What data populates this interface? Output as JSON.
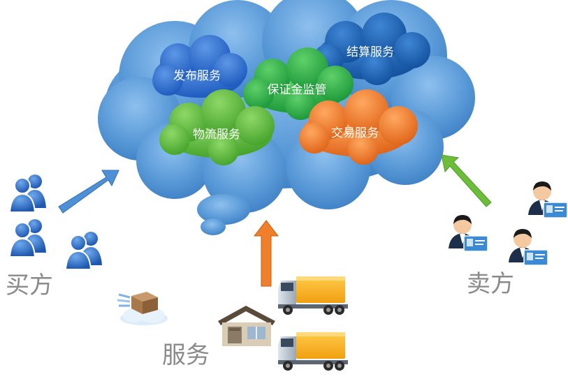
{
  "services": {
    "publish": "发布服务",
    "settlement": "结算服务",
    "escrow": "保证金监管",
    "logistics": "物流服务",
    "trade": "交易服务"
  },
  "actors": {
    "buyer": "买方",
    "seller": "卖方",
    "service": "服务"
  },
  "colors": {
    "cloud_main": "#5a9ad8",
    "publish": "#2f6fcf",
    "settlement": "#1f63b8",
    "escrow": "#2fae48",
    "logistics": "#5dbd3e",
    "trade": "#ef7f2a",
    "arrow_buyer": "#4f8fd6",
    "arrow_service": "#ef7f2a",
    "arrow_seller": "#6cbd3a",
    "label_gray": "#8a8a8a"
  }
}
